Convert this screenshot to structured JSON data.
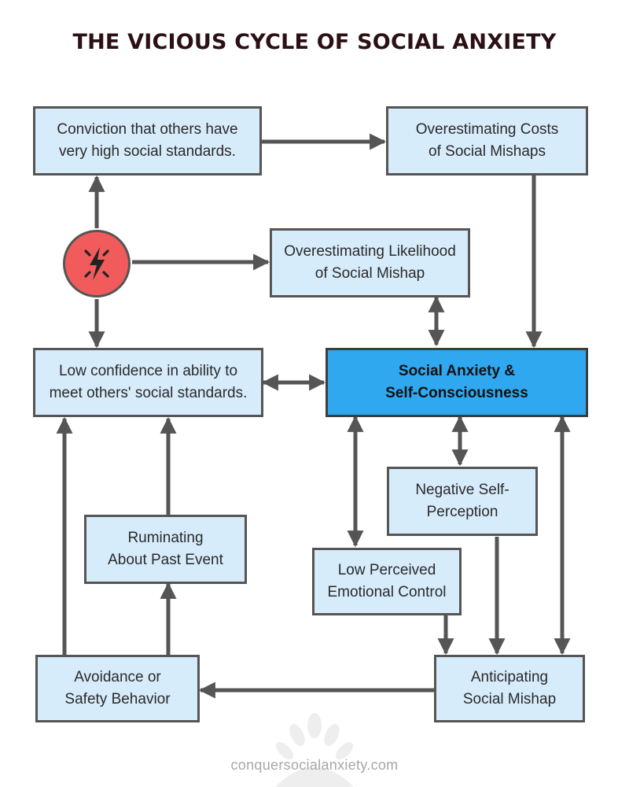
{
  "title": "THE VICIOUS CYCLE OF SOCIAL ANXIETY",
  "nodes": {
    "conviction": [
      "Conviction that others have",
      "very high social standards."
    ],
    "costs": [
      "Overestimating Costs",
      "of Social Mishaps"
    ],
    "likelihood": [
      "Overestimating Likelihood",
      "of Social Mishap"
    ],
    "confidence": [
      "Low confidence in ability to",
      "meet others' social standards."
    ],
    "anxiety": [
      "Social Anxiety &",
      "Self-Consciousness"
    ],
    "negative": [
      "Negative Self-",
      "Perception"
    ],
    "ruminating": [
      "Ruminating",
      "About Past Event"
    ],
    "emotional": [
      "Low Perceived",
      "Emotional Control"
    ],
    "avoidance": [
      "Avoidance or",
      "Safety Behavior"
    ],
    "anticipating": [
      "Anticipating",
      "Social Mishap"
    ]
  },
  "trigger_icon": "lightning-bolt-icon",
  "footer": "conquersocialanxiety.com",
  "watermark_icon": "leaf-logo-icon",
  "colors": {
    "box_fill": "#d7ecfb",
    "center_fill": "#30a8f0",
    "border": "#555555",
    "arrow": "#555555",
    "trigger": "#f15b5b",
    "title": "#2b1016"
  }
}
